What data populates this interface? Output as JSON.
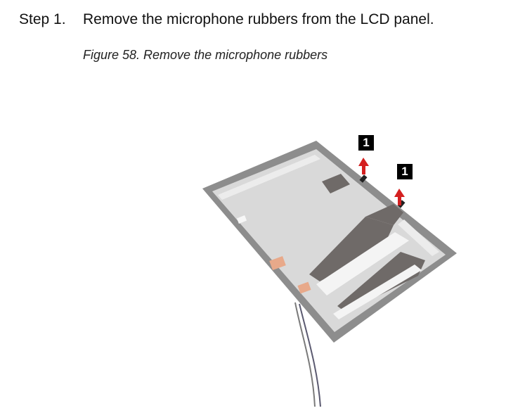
{
  "step": {
    "number": "Step 1.",
    "text": "Remove the microphone rubbers from the LCD panel."
  },
  "figure": {
    "caption": "Figure 58. Remove the microphone rubbers",
    "callouts": [
      "1",
      "1"
    ]
  },
  "colors": {
    "arrow": "#d42020",
    "panel": "#d9d9d9",
    "tape": "#6f6a68",
    "foam": "#e8a98a"
  }
}
